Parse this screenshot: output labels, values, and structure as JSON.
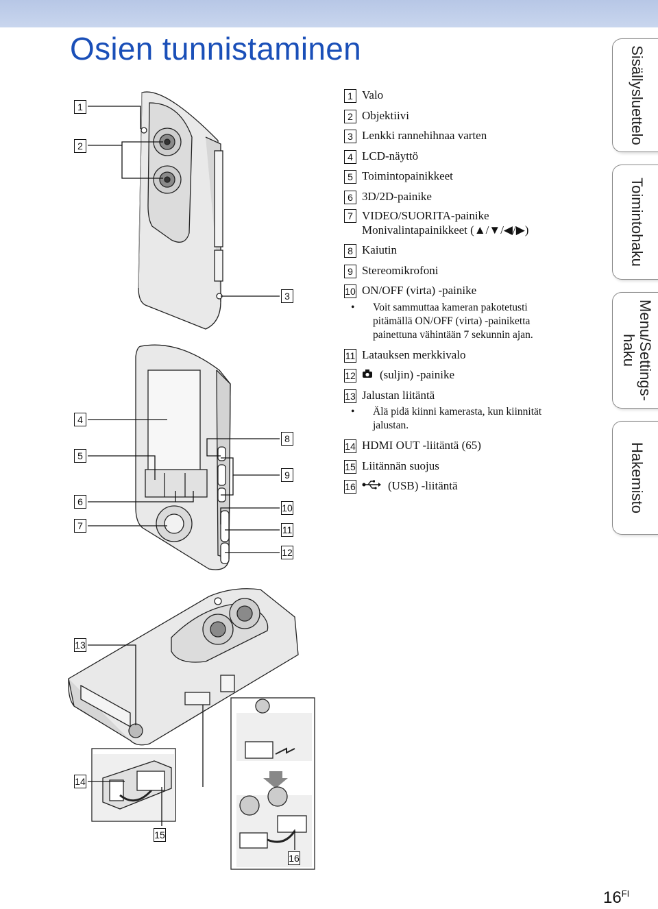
{
  "page": {
    "title": "Osien tunnistaminen",
    "page_number": "16",
    "page_lang": "FI"
  },
  "sidebar": {
    "tabs": [
      {
        "label": "Sisällysluettelo"
      },
      {
        "label": "Toimintohaku"
      },
      {
        "label": "Menu/Settings-haku"
      },
      {
        "label": "Hakemisto"
      }
    ]
  },
  "callouts": [
    "1",
    "2",
    "3",
    "4",
    "5",
    "6",
    "7",
    "8",
    "9",
    "10",
    "11",
    "12",
    "13",
    "14",
    "15",
    "16"
  ],
  "parts": [
    {
      "num": "1",
      "label": "Valo"
    },
    {
      "num": "2",
      "label": "Objektiivi"
    },
    {
      "num": "3",
      "label": "Lenkki rannehihnaa varten"
    },
    {
      "num": "4",
      "label": "LCD-näyttö"
    },
    {
      "num": "5",
      "label": "Toimintopainikkeet"
    },
    {
      "num": "6",
      "label": "3D/2D-painike"
    },
    {
      "num": "7",
      "label": "VIDEO/SUORITA-painike",
      "continuation": "Monivalintapainikkeet (▲/▼/◀/▶)"
    },
    {
      "num": "8",
      "label": "Kaiutin"
    },
    {
      "num": "9",
      "label": "Stereomikrofoni"
    },
    {
      "num": "10",
      "label": "ON/OFF (virta) -painike",
      "notes": [
        "Voit sammuttaa kameran pakotetusti pitämällä ON/OFF (virta) -painiketta painettuna vähintään 7 sekunnin ajan."
      ]
    },
    {
      "num": "11",
      "label": "Latauksen merkkivalo"
    },
    {
      "num": "12",
      "label": "(suljin) -painike",
      "icon": "camera-icon"
    },
    {
      "num": "13",
      "label": "Jalustan liitäntä",
      "notes": [
        "Älä pidä kiinni kamerasta, kun kiinnität jalustan."
      ]
    },
    {
      "num": "14",
      "label": "HDMI OUT -liitäntä (65)"
    },
    {
      "num": "15",
      "label": "Liitännän suojus"
    },
    {
      "num": "16",
      "label": "(USB) -liitäntä",
      "icon": "usb-icon"
    }
  ]
}
